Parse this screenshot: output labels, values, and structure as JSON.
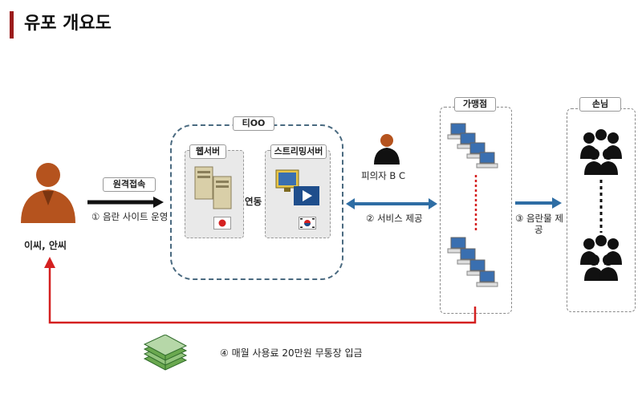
{
  "title": "유포 개요도",
  "colors": {
    "accent": "#9b1c1c",
    "person": "#b5531e",
    "arrow_blue": "#2e6da4",
    "money_line": "#d42020",
    "black": "#111111"
  },
  "operators": {
    "label": "이씨, 안씨"
  },
  "remote_access": {
    "label": "원격접속",
    "step": "① 음란 사이트 운영"
  },
  "server_group": {
    "label": "티OO",
    "web_server": "웹서버",
    "link": "연동",
    "streaming_server": "스트리밍서버"
  },
  "suspect": {
    "label": "피의자 B C"
  },
  "service": {
    "step": "② 서비스 제공"
  },
  "affiliates": {
    "label": "가맹점"
  },
  "customers_step": {
    "line1": "③ 음란물 제",
    "line2": "공"
  },
  "customers": {
    "label": "손님"
  },
  "payment": {
    "step": "④ 매월 사용료 20만원 무통장 입금"
  },
  "icons": [
    "person-icon",
    "server-icon",
    "japan-flag-icon",
    "streaming-icon",
    "korea-flag-icon",
    "computer-icon",
    "crowd-icon",
    "money-icon"
  ]
}
